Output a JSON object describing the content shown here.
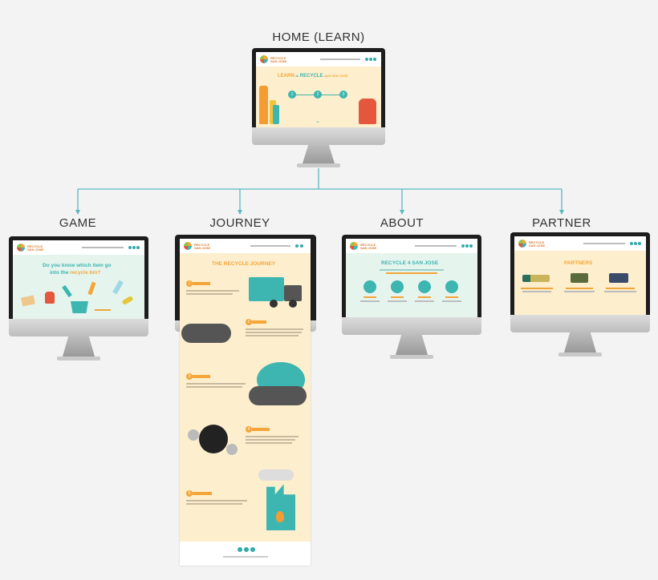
{
  "sitemap": {
    "home": {
      "label": "HOME (LEARN)",
      "headline_a": "LEARN",
      "headline_b": "to",
      "headline_c": "RECYCLE",
      "headline_d": "with SAN JOSE",
      "steps": [
        "1",
        "2",
        "3"
      ]
    },
    "game": {
      "label": "GAME",
      "question_line1": "Do you know which item go",
      "question_line2a": "into the",
      "question_line2b": "recycle bin?"
    },
    "journey": {
      "label": "JOURNEY",
      "title": "THE RECYCLE JOURNEY",
      "steps": [
        "1",
        "2",
        "3",
        "4",
        "5"
      ]
    },
    "about": {
      "label": "ABOUT",
      "title": "RECYCLE 4 SAN JOSE"
    },
    "partner": {
      "label": "PARTNER",
      "title": "PARTNERS"
    }
  },
  "brand_text": "RECYCLE SAN JOSE",
  "colors": {
    "teal": "#3db5b0",
    "orange": "#f3a53a",
    "cream": "#fdefcd",
    "mint": "#e5f5ee",
    "connector": "#5ab8c0",
    "bezel": "#1d1d1d"
  }
}
